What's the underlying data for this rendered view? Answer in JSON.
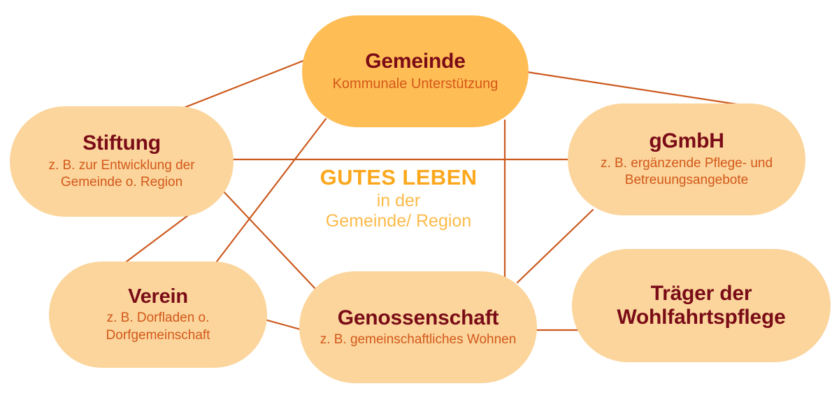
{
  "diagram": {
    "title": "Gutes Leben in der Gemeinde/ Region",
    "colors": {
      "background": "#ffffff",
      "node_fill_primary": "#FFBD55",
      "node_fill_secondary": "#FBD59C",
      "node_title": "#7A0C17",
      "node_subtitle": "#D4581A",
      "connector": "#CC5A1E",
      "center_headline": "#FBA81E",
      "center_subtitle": "#FDBB4A"
    },
    "center": {
      "headline": "GUTES LEBEN",
      "line2": "in der",
      "line3": "Gemeinde/ Region"
    },
    "nodes": [
      {
        "id": "gemeinde",
        "title": "Gemeinde",
        "subtitle": "Kommunale Unterstützung",
        "fill": "#FFBD55"
      },
      {
        "id": "stiftung",
        "title": "Stiftung",
        "subtitle": "z. B. zur Entwicklung der Gemeinde o. Region",
        "fill": "#FBD59C"
      },
      {
        "id": "ggmbh",
        "title": "gGmbH",
        "subtitle": "z. B. ergänzende Pflege- und Betreuungsangebote",
        "fill": "#FBD59C"
      },
      {
        "id": "verein",
        "title": "Verein",
        "subtitle": "z. B. Dorfladen o. Dorfgemeinschaft",
        "fill": "#FBD59C"
      },
      {
        "id": "genossenschaft",
        "title": "Genossenschaft",
        "subtitle": "z. B. gemeinschaftliches Wohnen",
        "fill": "#FBD59C"
      },
      {
        "id": "traeger",
        "title": "Träger der Wohlfahrtspflege",
        "subtitle": "",
        "fill": "#FBD59C"
      }
    ],
    "connections": [
      {
        "from": "gemeinde",
        "to": "stiftung"
      },
      {
        "from": "gemeinde",
        "to": "ggmbh"
      },
      {
        "from": "gemeinde",
        "to": "verein"
      },
      {
        "from": "gemeinde",
        "to": "genossenschaft"
      },
      {
        "from": "stiftung",
        "to": "ggmbh"
      },
      {
        "from": "stiftung",
        "to": "verein"
      },
      {
        "from": "stiftung",
        "to": "genossenschaft"
      },
      {
        "from": "ggmbh",
        "to": "genossenschaft"
      },
      {
        "from": "verein",
        "to": "genossenschaft"
      },
      {
        "from": "genossenschaft",
        "to": "traeger"
      }
    ]
  }
}
